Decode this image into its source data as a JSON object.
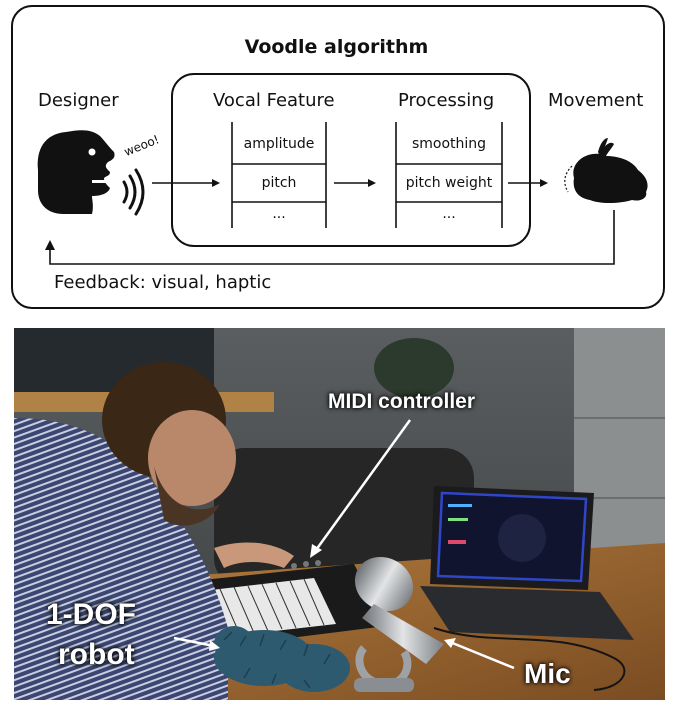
{
  "diagram": {
    "title": "Voodle algorithm",
    "designer_label": "Designer",
    "sound_text": "weoo!",
    "vocal_feature_label": "Vocal Feature",
    "processing_label": "Processing",
    "movement_label": "Movement",
    "vocal_features": [
      "amplitude",
      "pitch",
      "..."
    ],
    "processing_steps": [
      "smoothing",
      "pitch weight",
      "..."
    ],
    "feedback_label": "Feedback: visual, haptic"
  },
  "photo": {
    "midi_label": "MIDI controller",
    "robot_label_line1": "1-DOF",
    "robot_label_line2": "robot",
    "mic_label": "Mic"
  },
  "colors": {
    "ink": "#111111",
    "annotation_text": "#ffffff",
    "robot_fur": "#2e5a70",
    "screen_glow": "#2f46c8"
  }
}
